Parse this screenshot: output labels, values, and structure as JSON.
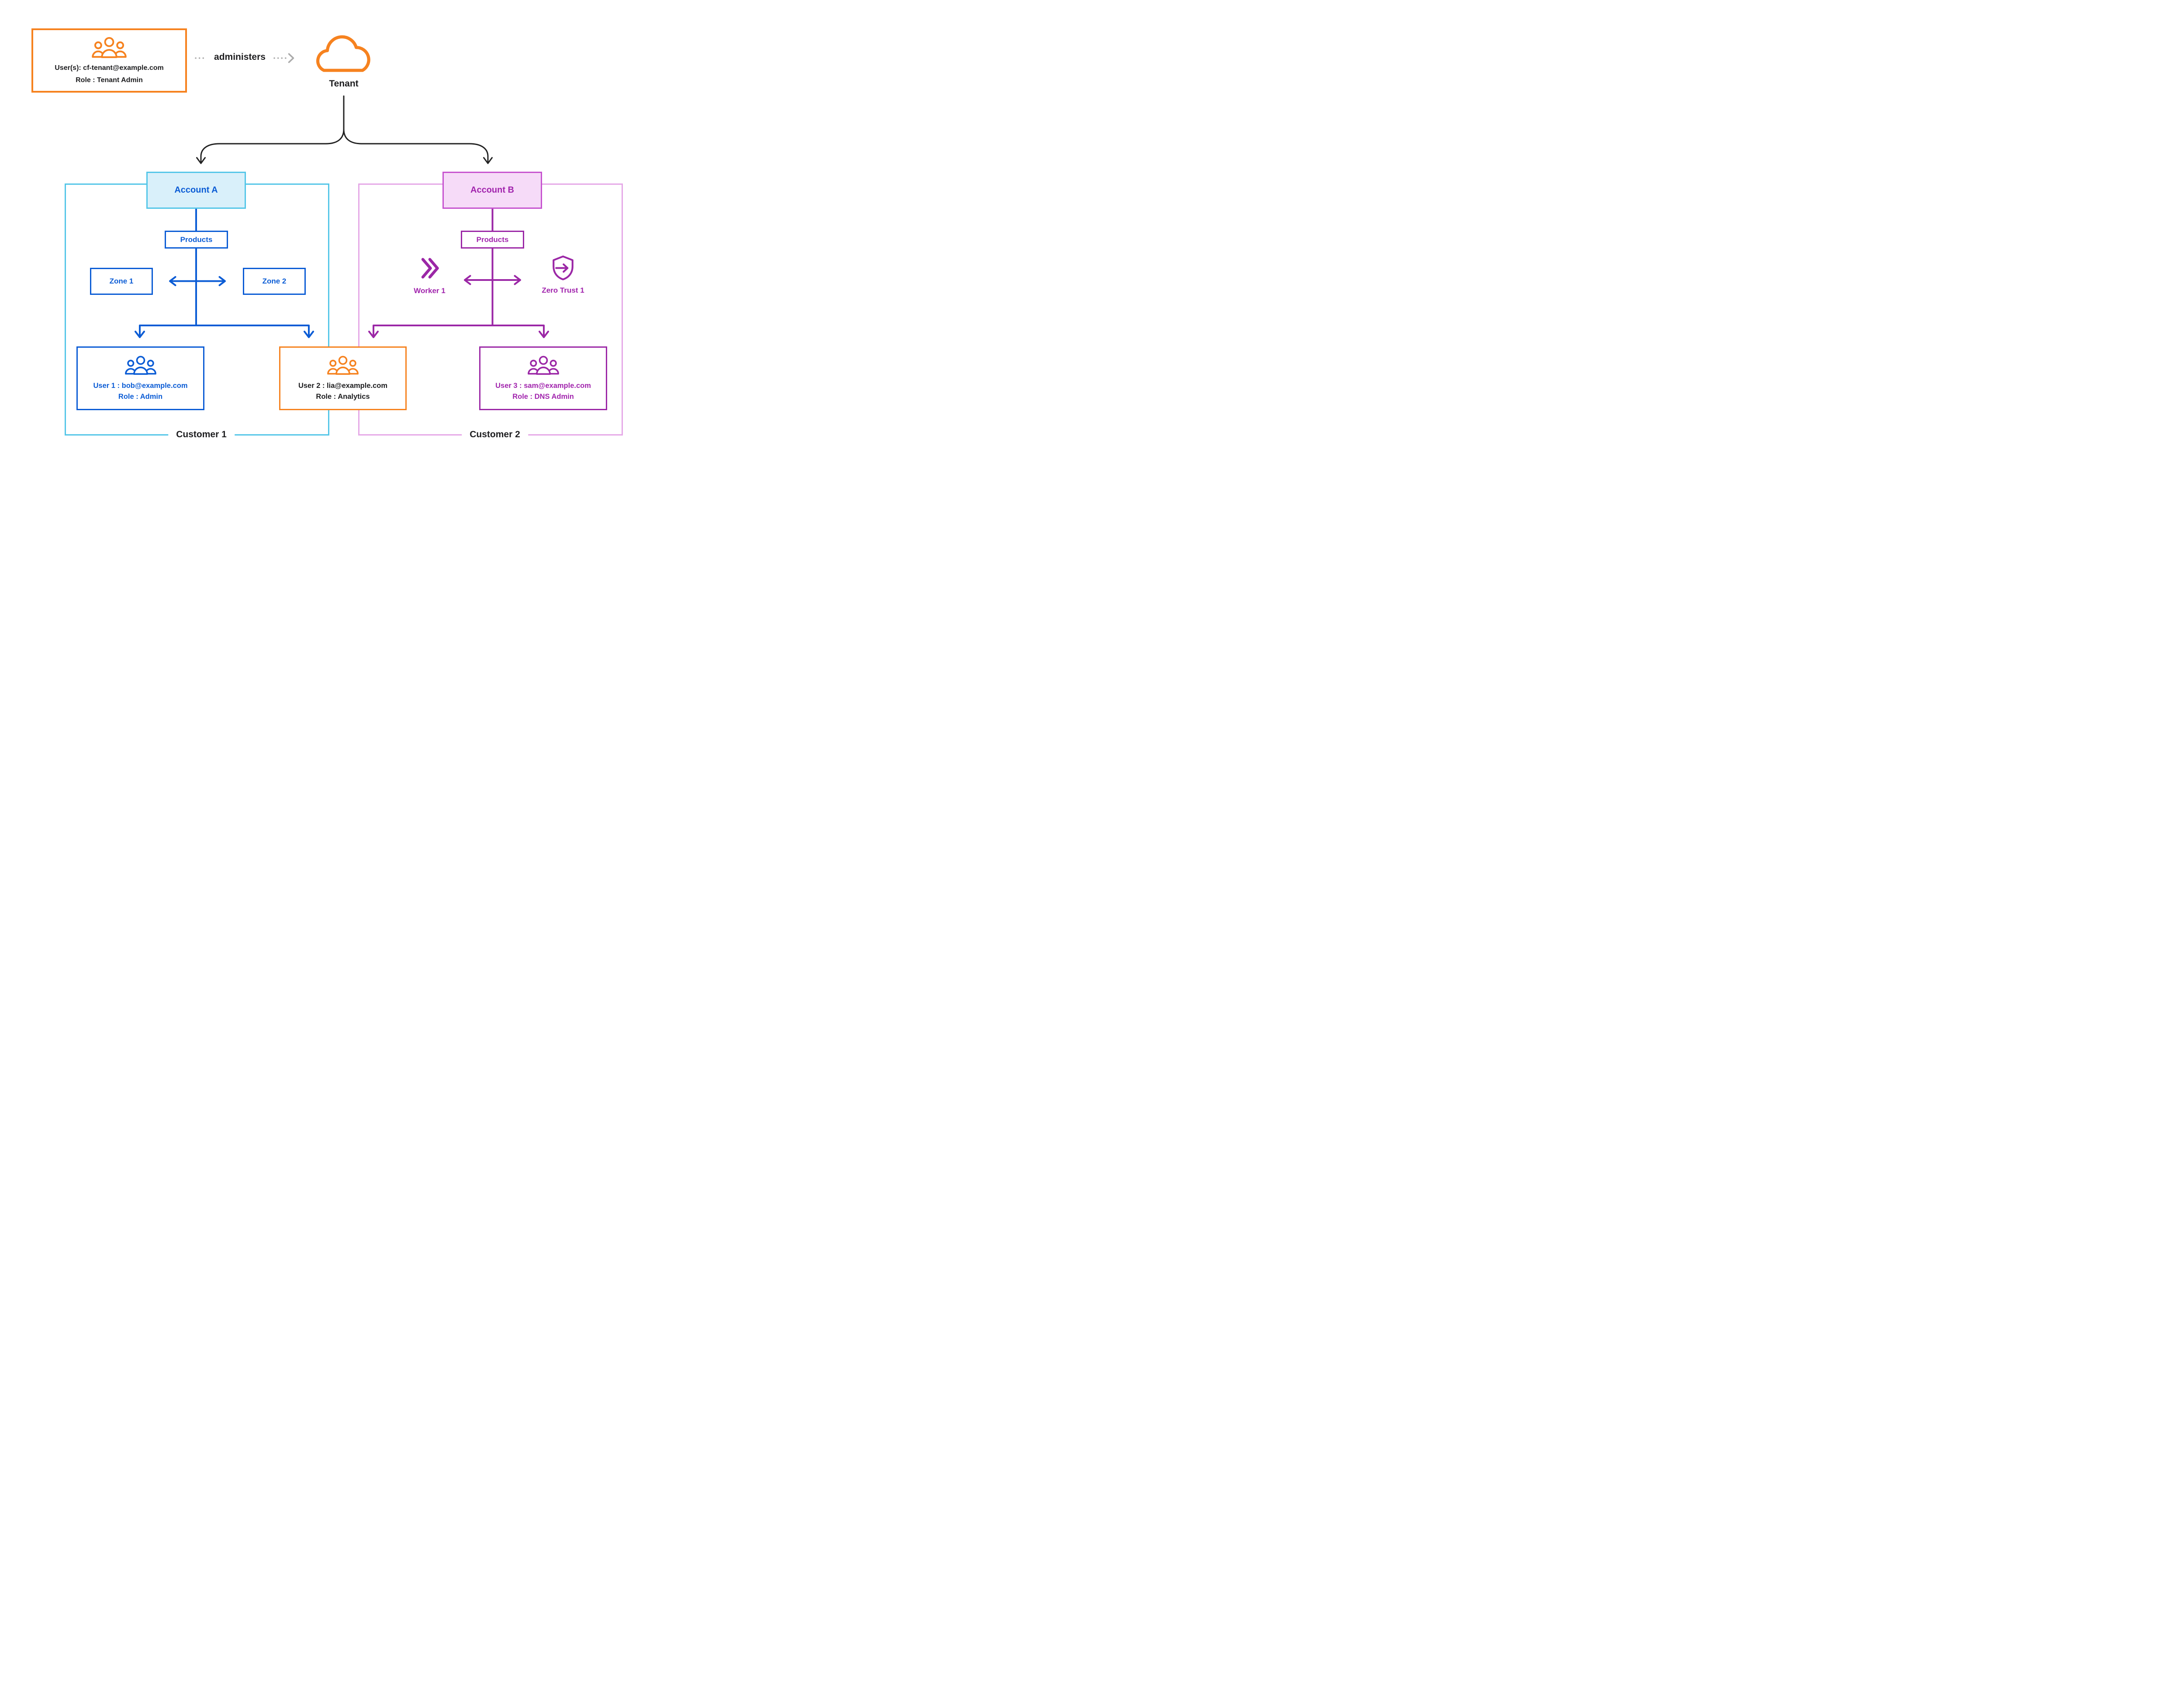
{
  "colors": {
    "orange": "#F6821F",
    "blue": "#0B5CD5",
    "cyan_border": "#54C6E8",
    "account_a_fill": "#D9F0FA",
    "purple": "#9B27A6",
    "purple_text": "#A124AD",
    "account_b_border": "#C653CF",
    "account_b_fill": "#F6DBF8",
    "pink_border": "#E5A8E7",
    "dark": "#1D1D1F",
    "gray_dotted": "#ABABAB"
  },
  "tenant_admin": {
    "icon": "users-icon",
    "users_line": "User(s): cf-tenant@example.com",
    "role_line": "Role : Tenant Admin"
  },
  "administers_label": "administers",
  "tenant": {
    "icon": "cloud-icon",
    "label": "Tenant"
  },
  "customer_1": {
    "label": "Customer 1",
    "account": {
      "label": "Account A"
    },
    "products": {
      "label": "Products"
    },
    "zone_1": {
      "label": "Zone 1"
    },
    "zone_2": {
      "label": "Zone 2"
    },
    "user_1": {
      "icon": "users-icon",
      "name_line": "User 1 : bob@example.com",
      "role_line": "Role : Admin"
    },
    "user_2": {
      "icon": "users-icon",
      "name_line": "User 2 : lia@example.com",
      "role_line": "Role : Analytics"
    }
  },
  "customer_2": {
    "label": "Customer 2",
    "account": {
      "label": "Account B"
    },
    "products": {
      "label": "Products"
    },
    "worker": {
      "icon": "workers-icon",
      "label": "Worker 1"
    },
    "zero_trust": {
      "icon": "shield-arrow-icon",
      "label": "Zero Trust 1"
    },
    "user_3": {
      "icon": "users-icon",
      "name_line": "User 3 : sam@example.com",
      "role_line": "Role : DNS Admin"
    }
  }
}
